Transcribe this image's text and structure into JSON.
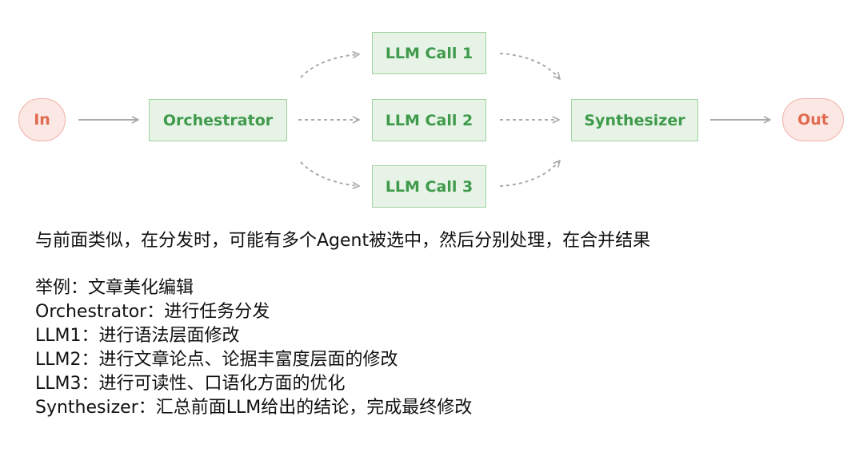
{
  "diagram": {
    "nodes": {
      "in": "In",
      "orchestrator": "Orchestrator",
      "llm1": "LLM Call 1",
      "llm2": "LLM Call 2",
      "llm3": "LLM Call 3",
      "synthesizer": "Synthesizer",
      "out": "Out"
    },
    "colors": {
      "green_fill": "#e6f3e6",
      "green_border": "#9fd39f",
      "green_text": "#3f9a4b",
      "pill_fill": "#fbe7e3",
      "pill_border": "#f0b2a7",
      "pill_text": "#e0694f",
      "arrow": "#aaaaaa"
    }
  },
  "text": {
    "summary": "与前面类似，在分发时，可能有多个Agent被选中，然后分别处理，在合并结果",
    "examples": [
      "举例：文章美化编辑",
      "Orchestrator：进行任务分发",
      "LLM1：进行语法层面修改",
      "LLM2：进行文章论点、论据丰富度层面的修改",
      "LLM3：进行可读性、口语化方面的优化",
      "Synthesizer：汇总前面LLM给出的结论，完成最终修改"
    ]
  }
}
